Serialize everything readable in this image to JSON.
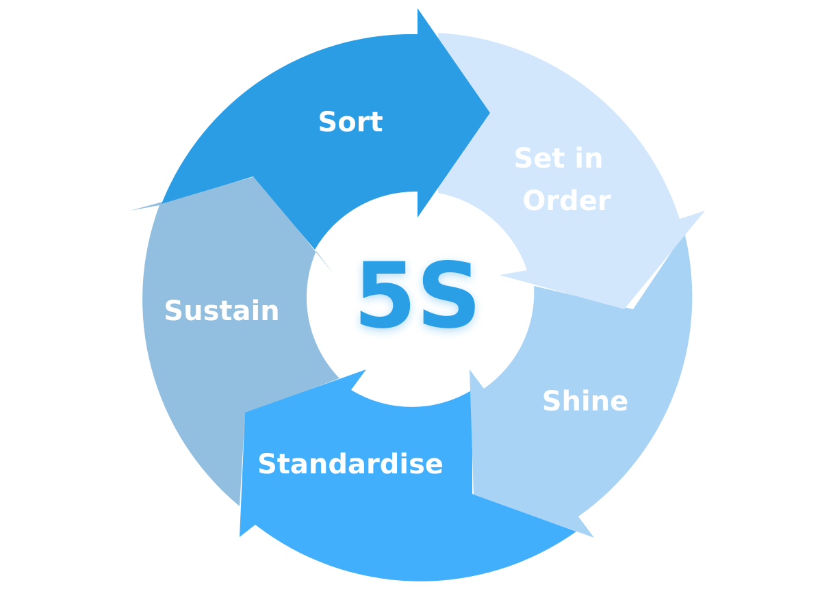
{
  "center": {
    "label": "5S",
    "color": "#2b9fe6"
  },
  "segments": [
    {
      "id": "sort",
      "lines": [
        "Sort"
      ],
      "color": "#2b9de5"
    },
    {
      "id": "set-in-order",
      "lines": [
        "Set in",
        "Order"
      ],
      "color": "#d2e7fb"
    },
    {
      "id": "shine",
      "lines": [
        "Shine"
      ],
      "color": "#a9d3f5"
    },
    {
      "id": "standardise",
      "lines": [
        "Standardise"
      ],
      "color": "#42affc"
    },
    {
      "id": "sustain",
      "lines": [
        "Sustain"
      ],
      "color": "#92bfdf"
    }
  ]
}
